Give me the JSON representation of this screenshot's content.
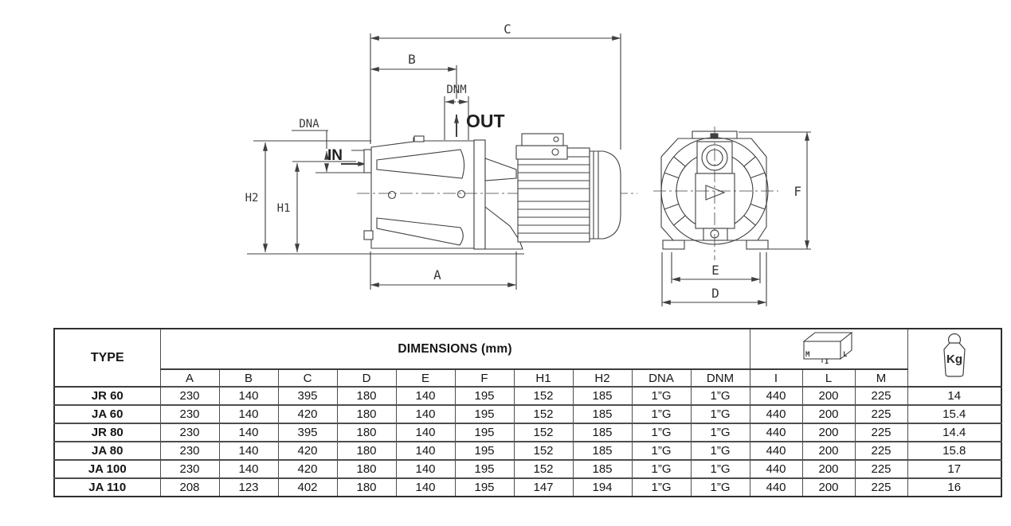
{
  "page": {
    "background": "#ffffff",
    "line_color": "#3f3f3f"
  },
  "diagram": {
    "side_view_labels": {
      "c": "C",
      "b": "B",
      "dnm": "DNM",
      "out": "OUT",
      "dna": "DNA",
      "in": "IN",
      "h2": "H2",
      "h1": "H1",
      "a": "A"
    },
    "front_view_labels": {
      "f": "F",
      "e": "E",
      "d": "D"
    }
  },
  "table": {
    "type_header": "TYPE",
    "dimensions_header": "DIMENSIONS (mm)",
    "column_headers": [
      "A",
      "B",
      "C",
      "D",
      "E",
      "F",
      "H1",
      "H2",
      "DNA",
      "DNM",
      "I",
      "L",
      "M"
    ],
    "box_icon_labels": {
      "m": "M",
      "i": "I",
      "l": "L"
    },
    "weight_icon_label": "Kg",
    "rows": [
      {
        "type": "JR 60",
        "values": [
          "230",
          "140",
          "395",
          "180",
          "140",
          "195",
          "152",
          "185",
          "1”G",
          "1”G",
          "440",
          "200",
          "225",
          "14"
        ]
      },
      {
        "type": "JA 60",
        "values": [
          "230",
          "140",
          "420",
          "180",
          "140",
          "195",
          "152",
          "185",
          "1”G",
          "1”G",
          "440",
          "200",
          "225",
          "15.4"
        ]
      },
      {
        "type": "JR 80",
        "values": [
          "230",
          "140",
          "395",
          "180",
          "140",
          "195",
          "152",
          "185",
          "1”G",
          "1”G",
          "440",
          "200",
          "225",
          "14.4"
        ]
      },
      {
        "type": "JA 80",
        "values": [
          "230",
          "140",
          "420",
          "180",
          "140",
          "195",
          "152",
          "185",
          "1”G",
          "1”G",
          "440",
          "200",
          "225",
          "15.8"
        ]
      },
      {
        "type": "JA 100",
        "values": [
          "230",
          "140",
          "420",
          "180",
          "140",
          "195",
          "152",
          "185",
          "1”G",
          "1”G",
          "440",
          "200",
          "225",
          "17"
        ]
      },
      {
        "type": "JA 110",
        "values": [
          "208",
          "123",
          "402",
          "180",
          "140",
          "195",
          "147",
          "194",
          "1”G",
          "1”G",
          "440",
          "200",
          "225",
          "16"
        ]
      }
    ]
  }
}
